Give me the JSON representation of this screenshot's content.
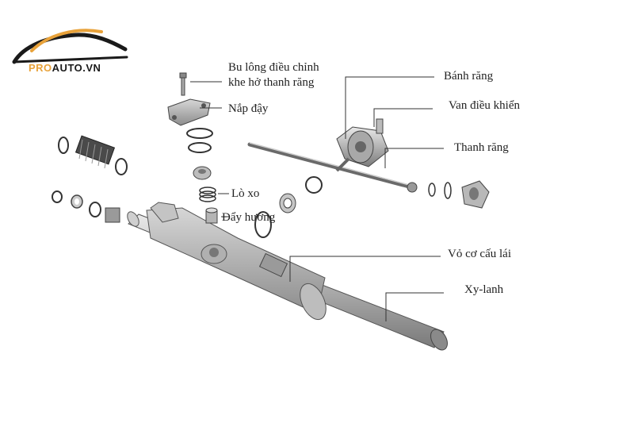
{
  "logo": {
    "brand_part1": "PRO",
    "brand_part2": "AUTO.VN",
    "accent_color": "#e8a23a",
    "dark_color": "#1a1a1a"
  },
  "labels": {
    "bolt": "Bu lông điều chỉnh",
    "bolt_line2": "khe hở thanh răng",
    "cover": "Nắp đậy",
    "spring": "Lò xo",
    "guide": "Đẩy hướng",
    "pinion": "Bánh răng",
    "valve": "Van điều khiển",
    "rack": "Thanh răng",
    "housing": "Vỏ cơ cấu lái",
    "cylinder": "Xy-lanh"
  }
}
